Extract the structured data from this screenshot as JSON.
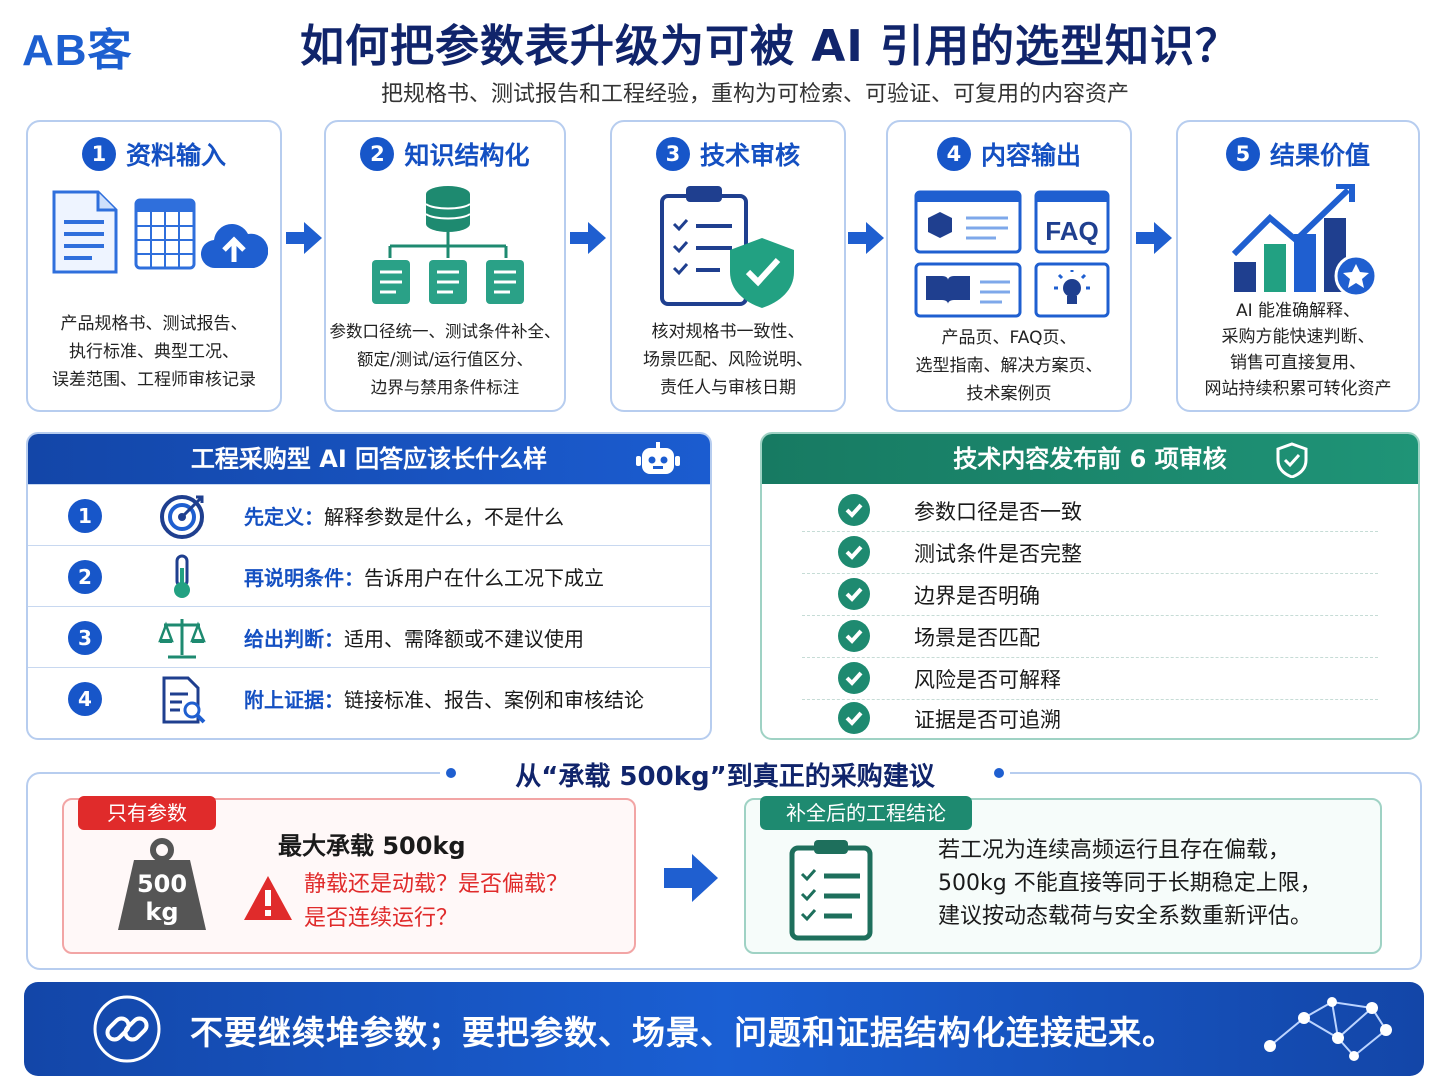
{
  "header": {
    "logo": "AB客",
    "title": "如何把参数表升级为可被 AI 引用的选型知识？",
    "subtitle": "把规格书、测试报告和工程经验，重构为可检索、可验证、可复用的内容资产"
  },
  "steps": [
    {
      "num": "1",
      "title": "资料输入",
      "lines": [
        "产品规格书、测试报告、",
        "执行标准、典型工况、",
        "误差范围、工程师审核记录"
      ]
    },
    {
      "num": "2",
      "title": "知识结构化",
      "lines": [
        "参数口径统一、测试条件补全、",
        "额定/测试/运行值区分、",
        "边界与禁用条件标注"
      ]
    },
    {
      "num": "3",
      "title": "技术审核",
      "lines": [
        "核对规格书一致性、",
        "场景匹配、风险说明、",
        "责任人与审核日期"
      ]
    },
    {
      "num": "4",
      "title": "内容输出",
      "lines": [
        "产品页、FAQ页、",
        "选型指南、解决方案页、",
        "技术案例页"
      ],
      "faq_label": "FAQ"
    },
    {
      "num": "5",
      "title": "结果价值",
      "lines": [
        "AI 能准确解释、",
        "采购方能快速判断、",
        "销售可直接复用、",
        "网站持续积累可转化资产"
      ]
    }
  ],
  "ai_answer": {
    "title": "工程采购型 AI 回答应该长什么样",
    "items": [
      {
        "num": "1",
        "key": "先定义：",
        "text": "解释参数是什么，不是什么",
        "icon": "target-icon"
      },
      {
        "num": "2",
        "key": "再说明条件：",
        "text": "告诉用户在什么工况下成立",
        "icon": "thermometer-icon"
      },
      {
        "num": "3",
        "key": "给出判断：",
        "text": "适用、需降额或不建议使用",
        "icon": "scale-icon"
      },
      {
        "num": "4",
        "key": "附上证据：",
        "text": "链接标准、报告、案例和审核结论",
        "icon": "document-search-icon"
      }
    ]
  },
  "review": {
    "title": "技术内容发布前 6 项审核",
    "items": [
      "参数口径是否一致",
      "测试条件是否完整",
      "边界是否明确",
      "场景是否匹配",
      "风险是否可解释",
      "证据是否可追溯"
    ]
  },
  "example": {
    "title": "从“承载 500kg”到真正的采购建议",
    "left_tag": "只有参数",
    "weight_line1": "500",
    "weight_line2": "kg",
    "left_main": "最大承载 500kg",
    "left_warn1": "静载还是动载？是否偏载？",
    "left_warn2": "是否连续运行？",
    "right_tag": "补全后的工程结论",
    "right_lines": [
      "若工况为连续高频运行且存在偏载，",
      "500kg 不能直接等同于长期稳定上限，",
      "建议按动态载荷与安全系数重新评估。"
    ]
  },
  "footer": {
    "text": "不要继续堆参数；要把参数、场景、问题和证据结构化连接起来。"
  },
  "colors": {
    "primary_blue": "#1756c9",
    "dark_navy": "#10246b",
    "teal": "#1e8a70",
    "red": "#e02b2b"
  }
}
